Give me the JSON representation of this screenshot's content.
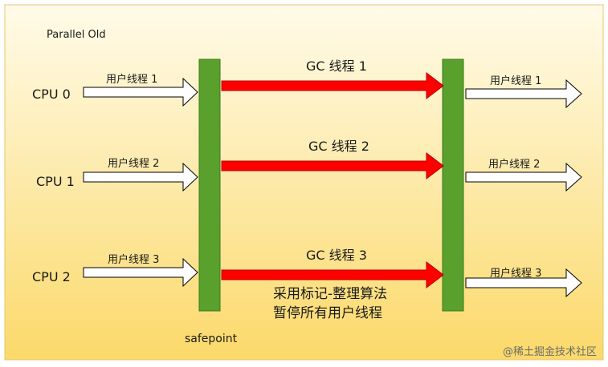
{
  "diagram": {
    "title": "Parallel Old",
    "cpus": [
      {
        "label": "CPU 0",
        "input_thread": "用户线程 1",
        "gc_thread": "GC 线程 1",
        "output_thread": "用户线程 1"
      },
      {
        "label": "CPU 1",
        "input_thread": "用户线程 2",
        "gc_thread": "GC 线程 2",
        "output_thread": "用户线程 2"
      },
      {
        "label": "CPU 2",
        "input_thread": "用户线程 3",
        "gc_thread": "GC 线程 3",
        "output_thread": "用户线程 3"
      }
    ],
    "note_line1": "采用标记-整理算法",
    "note_line2": "暂停所有用户线程",
    "safepoint_label": "safepoint",
    "watermark": "@稀土掘金技术社区"
  },
  "colors": {
    "bg_top": "#fffbe9",
    "bg_bottom": "#fbd96a",
    "border": "#e0c870",
    "bar_fill": "#5aa02c",
    "bar_stroke": "#3d7a1c",
    "gc_arrow_fill": "#ff0000",
    "gc_arrow_stroke": "#b40000",
    "thread_arrow_fill": "#ffffff",
    "thread_arrow_stroke": "#000000"
  }
}
